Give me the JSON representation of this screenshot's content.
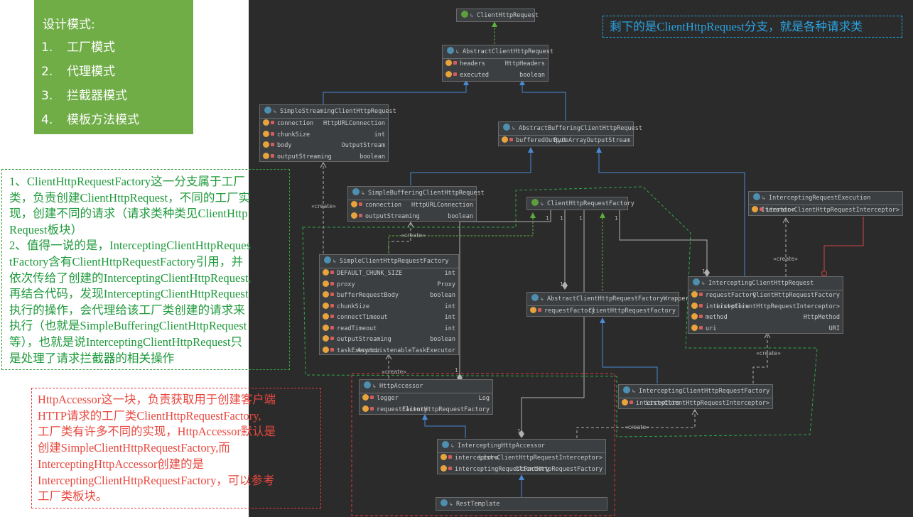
{
  "patterns": {
    "title": "设计模式:",
    "items": [
      {
        "num": "1.",
        "text": "工厂模式"
      },
      {
        "num": "2.",
        "text": "代理模式"
      },
      {
        "num": "3.",
        "text": "拦截器模式"
      },
      {
        "num": "4.",
        "text": "模板方法模式"
      }
    ]
  },
  "notes": {
    "green": "1、ClientHttpRequestFactory这一分支属于工厂\n类，负责创建ClientHttpRequest，不同的工厂实\n现，创建不同的请求（请求类种类见ClientHttp\nRequest板块）\n2、值得一说的是，InterceptingClientHttpReques\ntFactory含有ClientHttpRequestFactory引用，并\n依次传给了创建的InterceptingClientHttpRequest,\n再结合代码，发现InterceptingClientHttpRequest\n执行的操作，会代理给该工厂类创建的请求来\n执行（也就是SimpleBufferingClientHttpRequest\n等），也就是说InterceptingClientHttpRequest只\n是处理了请求拦截器的相关操作",
    "red": "HttpAccessor这一块，负责获取用于创建客户端\nHTTP请求的工厂类ClientHttpRequestFactory,\n工厂类有许多不同的实现，HttpAccessor默认是\n创建SimpleClientHttpRequestFactory,而\nInterceptingHttpAccessor创建的是\nInterceptingClientHttpRequestFactory，可以参考\n工厂类板块。",
    "blue": "剩下的是ClientHttpRequest分支，就是各种请求类"
  },
  "classes": {
    "client_http_request": {
      "name": "ClientHttpRequest",
      "fields": []
    },
    "abstract_client_http_request": {
      "name": "AbstractClientHttpRequest",
      "fields": [
        {
          "name": "headers",
          "type": "HttpHeaders"
        },
        {
          "name": "executed",
          "type": "boolean"
        }
      ]
    },
    "simple_streaming": {
      "name": "SimpleStreamingClientHttpRequest",
      "fields": [
        {
          "name": "connection",
          "type": "HttpURLConnection"
        },
        {
          "name": "chunkSize",
          "type": "int"
        },
        {
          "name": "body",
          "type": "OutputStream"
        },
        {
          "name": "outputStreaming",
          "type": "boolean"
        }
      ]
    },
    "abstract_buffering": {
      "name": "AbstractBufferingClientHttpRequest",
      "fields": [
        {
          "name": "bufferedOutput",
          "type": "ByteArrayOutputStream"
        }
      ]
    },
    "simple_buffering": {
      "name": "SimpleBufferingClientHttpRequest",
      "fields": [
        {
          "name": "connection",
          "type": "HttpURLConnection"
        },
        {
          "name": "outputStreaming",
          "type": "boolean"
        }
      ]
    },
    "client_http_request_factory": {
      "name": "ClientHttpRequestFactory",
      "fields": []
    },
    "intercepting_request_execution": {
      "name": "InterceptingRequestExecution",
      "fields": [
        {
          "name": "iterator",
          "type": "Iterator<ClientHttpRequestInterceptor>"
        }
      ]
    },
    "simple_factory": {
      "name": "SimpleClientHttpRequestFactory",
      "fields": [
        {
          "name": "DEFAULT_CHUNK_SIZE",
          "type": "int"
        },
        {
          "name": "proxy",
          "type": "Proxy"
        },
        {
          "name": "bufferRequestBody",
          "type": "boolean"
        },
        {
          "name": "chunkSize",
          "type": "int"
        },
        {
          "name": "connectTimeout",
          "type": "int"
        },
        {
          "name": "readTimeout",
          "type": "int"
        },
        {
          "name": "outputStreaming",
          "type": "boolean"
        },
        {
          "name": "taskExecutor",
          "type": "AsyncListenableTaskExecutor"
        }
      ]
    },
    "factory_wrapper": {
      "name": "AbstractClientHttpRequestFactoryWrapper",
      "fields": [
        {
          "name": "requestFactory",
          "type": "ClientHttpRequestFactory"
        }
      ]
    },
    "intercepting_request": {
      "name": "InterceptingClientHttpRequest",
      "fields": [
        {
          "name": "requestFactory",
          "type": "ClientHttpRequestFactory"
        },
        {
          "name": "interceptors",
          "type": "List<ClientHttpRequestInterceptor>"
        },
        {
          "name": "method",
          "type": "HttpMethod"
        },
        {
          "name": "uri",
          "type": "URI"
        }
      ]
    },
    "http_accessor": {
      "name": "HttpAccessor",
      "fields": [
        {
          "name": "logger",
          "type": "Log"
        },
        {
          "name": "requestFactory",
          "type": "ClientHttpRequestFactory"
        }
      ]
    },
    "intercepting_factory": {
      "name": "InterceptingClientHttpRequestFactory",
      "fields": [
        {
          "name": "interceptors",
          "type": "List<ClientHttpRequestInterceptor>"
        }
      ]
    },
    "intercepting_accessor": {
      "name": "InterceptingHttpAccessor",
      "fields": [
        {
          "name": "interceptors",
          "type": "List<ClientHttpRequestInterceptor>"
        },
        {
          "name": "interceptingRequestFactory",
          "type": "ClientHttpRequestFactory"
        }
      ]
    },
    "rest_template": {
      "name": "RestTemplate",
      "fields": []
    }
  },
  "labels": {
    "create": "«create»",
    "one": "1"
  },
  "colors": {
    "generalization": "#4a8ad4",
    "realization": "#5cae3c",
    "dependency": "#b0b0b0",
    "inner": "#d04545",
    "note_green": "#1f9a3c",
    "note_red": "#e8483f",
    "note_blue": "#2aa3e0",
    "patterns_bg": "#70ad47"
  }
}
